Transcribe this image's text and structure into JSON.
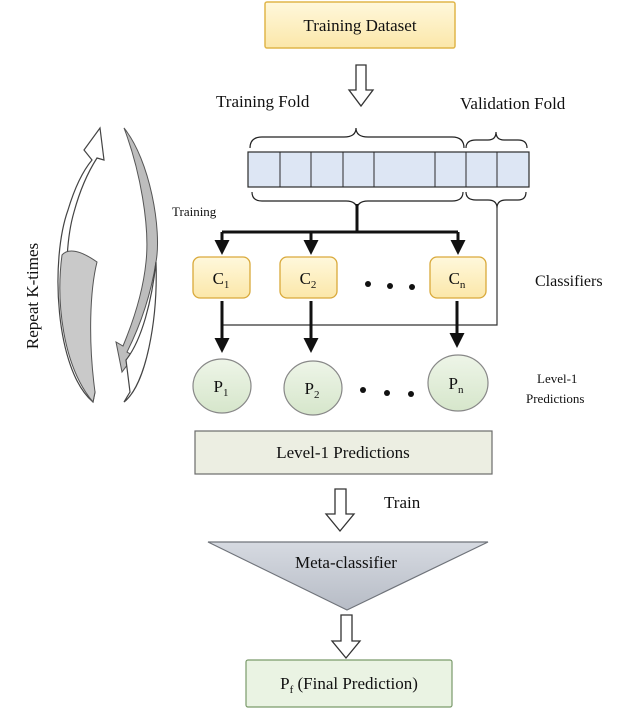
{
  "title_box": {
    "label": "Training Dataset",
    "fill": "#fff2c4",
    "stroke": "#e0b64a"
  },
  "folds": {
    "training_label": "Training Fold",
    "validation_label": "Validation Fold",
    "fill": "#dde6f4",
    "stroke": "#2b2b2b"
  },
  "training_label": "Training",
  "repeat_label": "Repeat K-times",
  "classifiers": {
    "label": "Classifiers",
    "items": [
      {
        "base": "C",
        "sub": "1"
      },
      {
        "base": "C",
        "sub": "2"
      },
      {
        "base": "C",
        "sub": "n"
      }
    ],
    "fill": "#fce9b6",
    "stroke": "#d9a93a"
  },
  "predictions": {
    "label_line1": "Level-1",
    "label_line2": "Predictions",
    "items": [
      {
        "base": "P",
        "sub": "1"
      },
      {
        "base": "P",
        "sub": "2"
      },
      {
        "base": "P",
        "sub": "n"
      }
    ],
    "fill": "#e3eedb",
    "stroke": "#888888"
  },
  "level1_box": {
    "label": "Level-1 Predictions",
    "fill": "#eceee2",
    "stroke": "#6c6c6c"
  },
  "train_label": "Train",
  "meta": {
    "label": "Meta-classifier",
    "fill": "#c7ccd6",
    "stroke": "#6f737a"
  },
  "final": {
    "base": "P",
    "sub": "f",
    "rest": " (Final Prediction)",
    "fill": "#eaf3e3",
    "stroke": "#7a9a6a"
  }
}
